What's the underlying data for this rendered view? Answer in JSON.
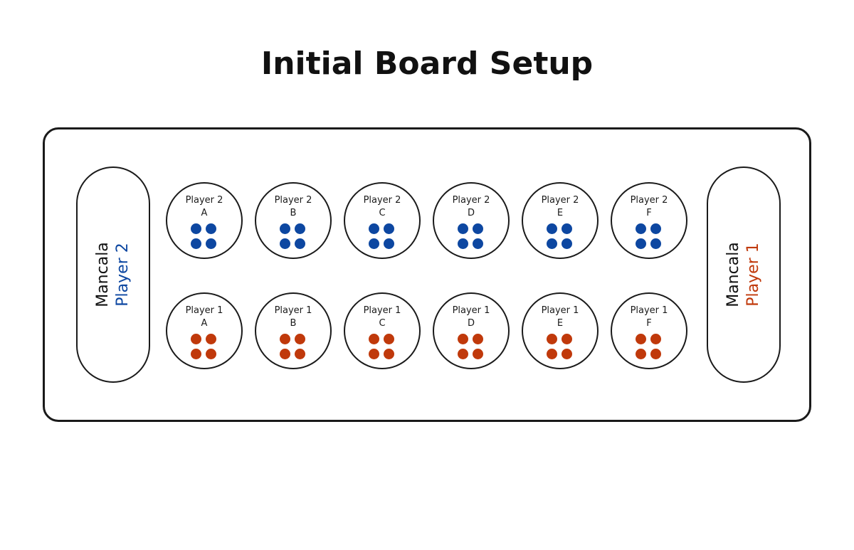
{
  "title": "Initial Board Setup",
  "colors": {
    "player2": "#0d47a1",
    "player1": "#c0390b",
    "outline": "#1a1a1a"
  },
  "stores": {
    "left": {
      "label": "Mancala",
      "owner": "Player 2"
    },
    "right": {
      "label": "Mancala",
      "owner": "Player 1"
    }
  },
  "pits": {
    "top": [
      {
        "owner": "Player 2",
        "letter": "A",
        "seeds": 4
      },
      {
        "owner": "Player 2",
        "letter": "B",
        "seeds": 4
      },
      {
        "owner": "Player 2",
        "letter": "C",
        "seeds": 4
      },
      {
        "owner": "Player 2",
        "letter": "D",
        "seeds": 4
      },
      {
        "owner": "Player 2",
        "letter": "E",
        "seeds": 4
      },
      {
        "owner": "Player 2",
        "letter": "F",
        "seeds": 4
      }
    ],
    "bottom": [
      {
        "owner": "Player 1",
        "letter": "A",
        "seeds": 4
      },
      {
        "owner": "Player 1",
        "letter": "B",
        "seeds": 4
      },
      {
        "owner": "Player 1",
        "letter": "C",
        "seeds": 4
      },
      {
        "owner": "Player 1",
        "letter": "D",
        "seeds": 4
      },
      {
        "owner": "Player 1",
        "letter": "E",
        "seeds": 4
      },
      {
        "owner": "Player 1",
        "letter": "F",
        "seeds": 4
      }
    ]
  }
}
